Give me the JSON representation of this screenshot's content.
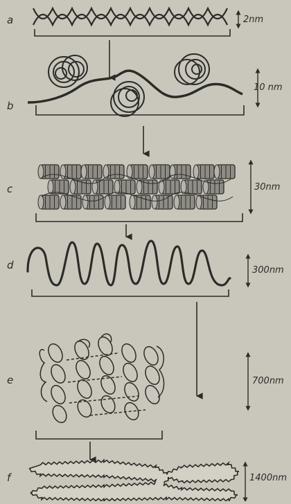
{
  "stages": [
    {
      "id": "a",
      "letter": "a",
      "scale": "2nm"
    },
    {
      "id": "b",
      "letter": "b",
      "scale": "10 nm"
    },
    {
      "id": "c",
      "letter": "c",
      "scale": "30nm"
    },
    {
      "id": "d",
      "letter": "d",
      "scale": "300nm"
    },
    {
      "id": "e",
      "letter": "e",
      "scale": "700nm"
    },
    {
      "id": "f",
      "letter": "f",
      "scale": "1400nm"
    }
  ],
  "colors": {
    "background": "#c9c6bb",
    "ink": "#2b2b28",
    "shade": "#8f8c84"
  },
  "icons": {
    "arrow": "down-arrow",
    "scale_marker": "double-headed-vertical-arrow"
  }
}
